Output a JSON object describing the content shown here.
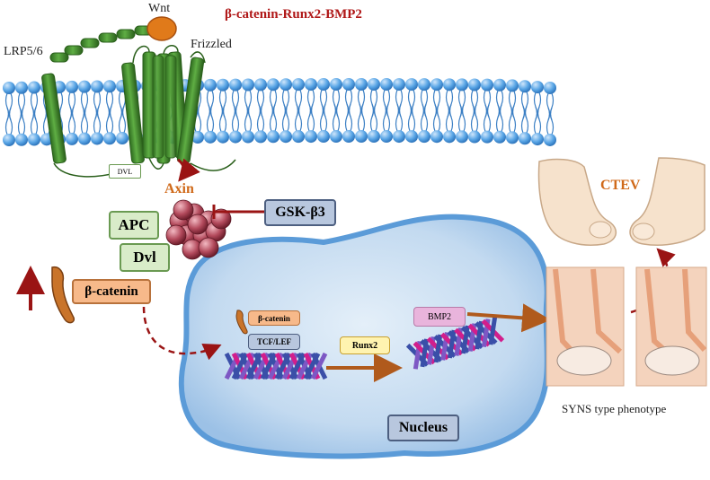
{
  "title": "β-catenin-Runx2-BMP2",
  "receptors": {
    "wnt": "Wnt",
    "lrp": "LRP5/6",
    "frizzled": "Frizzled",
    "dvl_small": "DVL"
  },
  "destruction_complex": {
    "axin": "Axin",
    "apc": "APC",
    "dvl": "Dvl",
    "gsk": "GSK-β3"
  },
  "beta_catenin": "β-catenin",
  "nucleus": {
    "label": "Nucleus",
    "beta_catenin_small": "β-catenin",
    "tcf_lef": "TCF/LEF",
    "runx2": "Runx2",
    "bmp2": "BMP2"
  },
  "phenotype": {
    "ctev": "CTEV",
    "syns": "SYNS type phenotype"
  },
  "colors": {
    "title": "#b01818",
    "membrane_head": "#5aa6e6",
    "helix_green": "#3f8a2c",
    "wnt": "#e07a1a",
    "arrow_red": "#9a1414",
    "nucleus_fill": "#b7d3ee",
    "nucleus_border": "#5b9bd8",
    "box_green": "#d9ecc9",
    "box_blue": "#b8c7de",
    "box_orange": "#f7b98a",
    "box_yellow": "#fff3b0",
    "box_pink": "#e9b4dc"
  }
}
